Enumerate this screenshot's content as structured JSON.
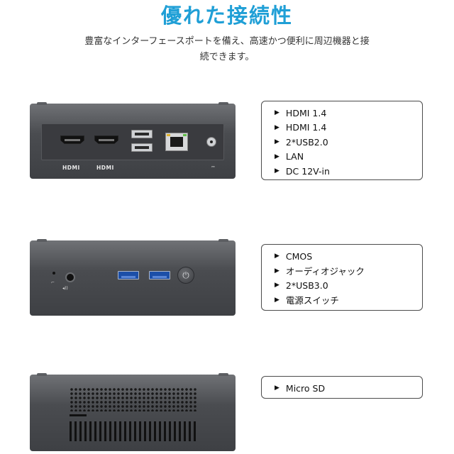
{
  "header": {
    "title": "優れた接続性",
    "subtitle_line1": "豊富なインターフェースポートを備え、高速かつ便利に周辺機器と接",
    "subtitle_line2": "続できます。"
  },
  "back_panel": {
    "hdmi_label_1": "HDMI",
    "hdmi_label_2": "HDMI",
    "features": [
      "HDMI 1.4",
      "HDMI 1.4",
      "2*USB2.0",
      "LAN",
      "DC 12V-in"
    ]
  },
  "front_panel": {
    "features": [
      "CMOS",
      "オーディオジャック",
      "2*USB3.0",
      "電源スイッチ"
    ]
  },
  "side_panel": {
    "features": [
      "Micro SD"
    ]
  },
  "colors": {
    "title": "#1f9fd6",
    "device_body": "#4a4c50",
    "usb3_port": "#1c4fa8"
  },
  "icons": {
    "bullet": "right-triangle-icon",
    "power": "power-icon"
  }
}
